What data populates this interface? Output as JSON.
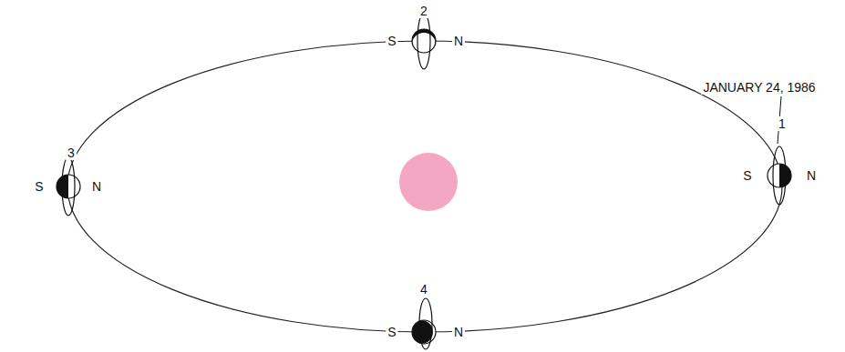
{
  "diagram": {
    "labels": [
      "2",
      "S",
      "N",
      "JANUARY 24, 1986",
      "1",
      "3",
      "S",
      "N",
      "S",
      "N",
      "4",
      "S",
      "N"
    ]
  }
}
